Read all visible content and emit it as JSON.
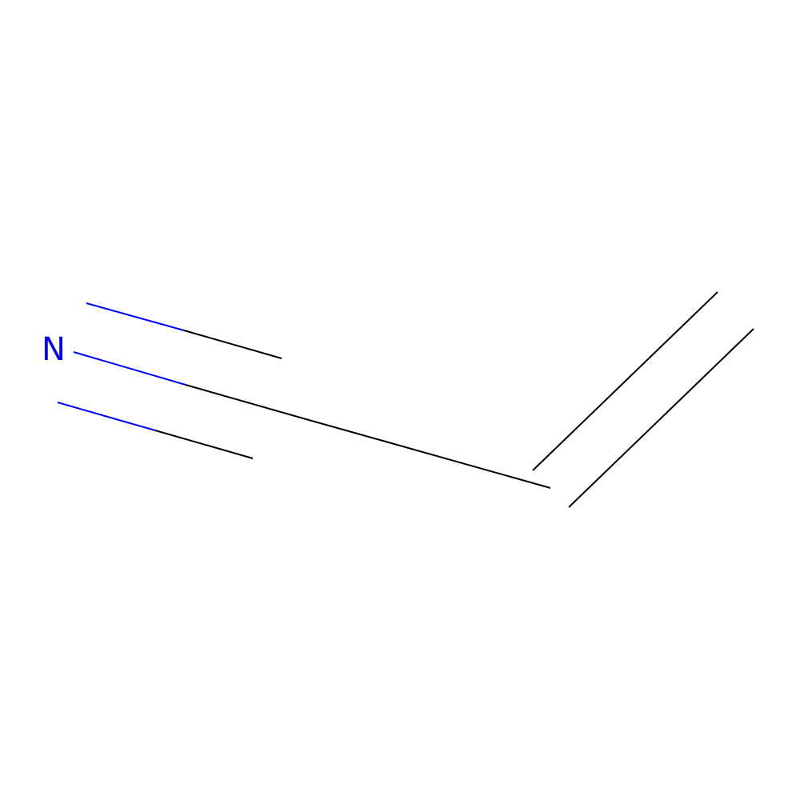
{
  "molecule": {
    "atoms": [
      {
        "id": "N1",
        "symbol": "N",
        "color": "#0000FF"
      },
      {
        "id": "C1",
        "symbol": "C",
        "color": "#000000"
      },
      {
        "id": "C2",
        "symbol": "C",
        "color": "#000000"
      }
    ],
    "bonds": [
      {
        "from": "N1",
        "to": "C1",
        "order": 3
      },
      {
        "from": "C1",
        "to": "C2",
        "order": 1
      },
      {
        "from": "C2",
        "to": "C3",
        "order": 2
      }
    ],
    "colors": {
      "nitrogen": "#0000FF",
      "carbon_bond": "#000000",
      "background": "#FFFFFF"
    }
  }
}
